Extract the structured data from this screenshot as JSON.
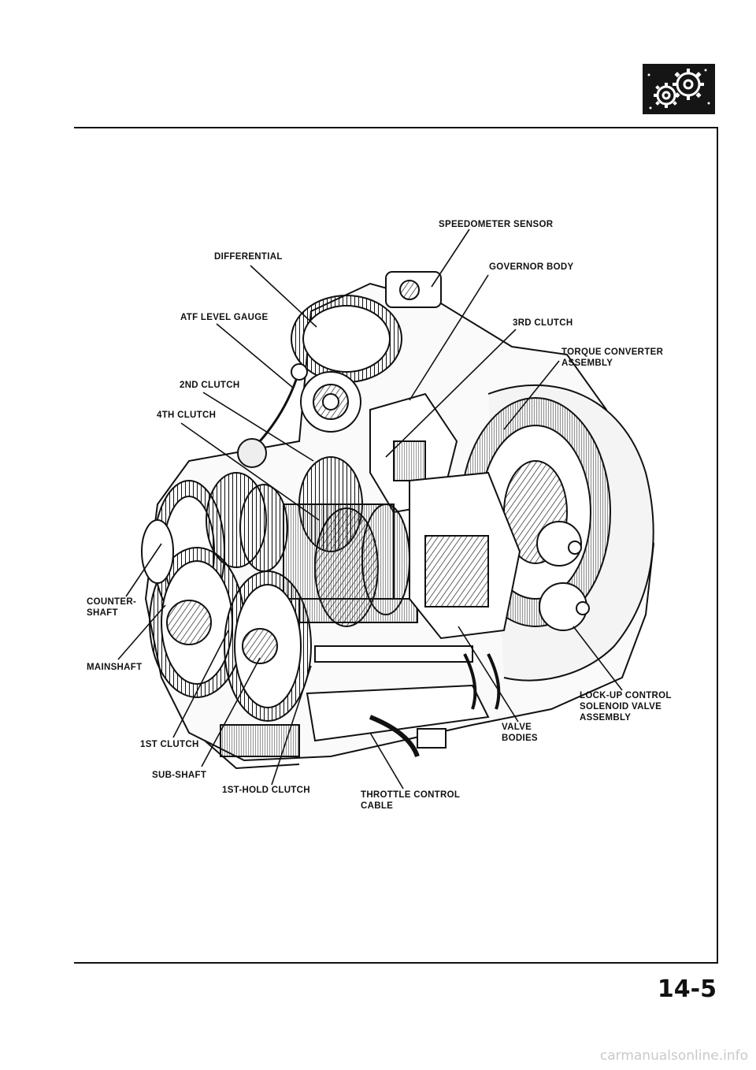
{
  "page": {
    "page_number": "14-5",
    "watermark": "carmanualsonline.info",
    "section_icon": "gears-icon"
  },
  "diagram": {
    "labels": {
      "speedometer_sensor": "SPEEDOMETER SENSOR",
      "differential": "DIFFERENTIAL",
      "governor_body": "GOVERNOR BODY",
      "atf_level_gauge": "ATF LEVEL GAUGE",
      "third_clutch": "3RD CLUTCH",
      "torque_converter_1": "TORQUE CONVERTER",
      "torque_converter_2": "ASSEMBLY",
      "second_clutch": "2ND CLUTCH",
      "fourth_clutch": "4TH CLUTCH",
      "countershaft_1": "COUNTER-",
      "countershaft_2": "SHAFT",
      "mainshaft": "MAINSHAFT",
      "lockup_1": "LOCK-UP CONTROL",
      "lockup_2": "SOLENOID VALVE",
      "lockup_3": "ASSEMBLY",
      "valve_bodies_1": "VALVE",
      "valve_bodies_2": "BODIES",
      "first_clutch": "1ST CLUTCH",
      "sub_shaft": "SUB-SHAFT",
      "first_hold_clutch": "1ST-HOLD CLUTCH",
      "throttle_1": "THROTTLE CONTROL",
      "throttle_2": "CABLE"
    }
  }
}
